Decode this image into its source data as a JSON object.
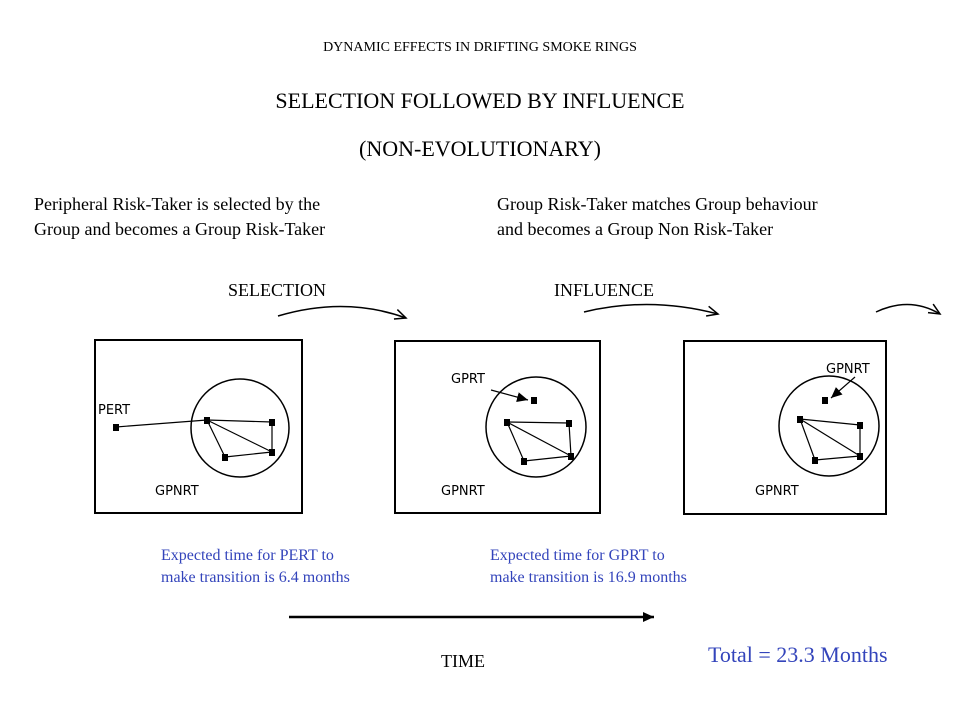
{
  "titles": {
    "main": "DYNAMIC EFFECTS IN DRIFTING SMOKE RINGS",
    "sub": "SELECTION FOLLOWED BY INFLUENCE",
    "paren": "(NON-EVOLUTIONARY)"
  },
  "descriptions": {
    "left_line1": "Peripheral Risk-Taker is selected by the",
    "left_line2": "Group and becomes a Group Risk-Taker",
    "right_line1": "Group Risk-Taker matches Group behaviour",
    "right_line2": "and becomes a Group Non Risk-Taker"
  },
  "stages": {
    "selection": "SELECTION",
    "influence": "INFLUENCE"
  },
  "panels": {
    "p1": {
      "outside_label": "PERT",
      "bottom_label": "GPNRT"
    },
    "p2": {
      "pointer_label": "GPRT",
      "bottom_label": "GPNRT"
    },
    "p3": {
      "pointer_label": "GPNRT",
      "bottom_label": "GPNRT"
    }
  },
  "notes": {
    "left_line1": "Expected time for PERT to",
    "left_line2": "make transition is 6.4 months",
    "right_line1": "Expected time for GPRT to",
    "right_line2": "make transition is 16.9 months"
  },
  "time_label": "TIME",
  "total": "Total = 23.3 Months",
  "colors": {
    "note_text": "#3344bb",
    "ink": "#000000"
  }
}
